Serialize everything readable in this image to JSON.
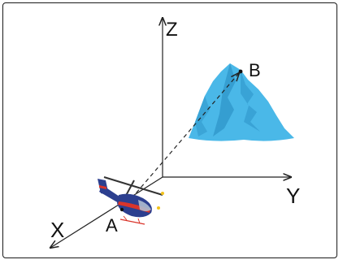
{
  "axes": {
    "x_label": "X",
    "y_label": "Y",
    "z_label": "Z"
  },
  "points": {
    "a_label": "A",
    "b_label": "B"
  },
  "colors": {
    "mountain": "#4ab8e8",
    "mountain_shadow": "#2f95c9",
    "axis": "#222222",
    "helicopter_body": "#2c3f8f",
    "helicopter_stripe": "#d9352b"
  }
}
